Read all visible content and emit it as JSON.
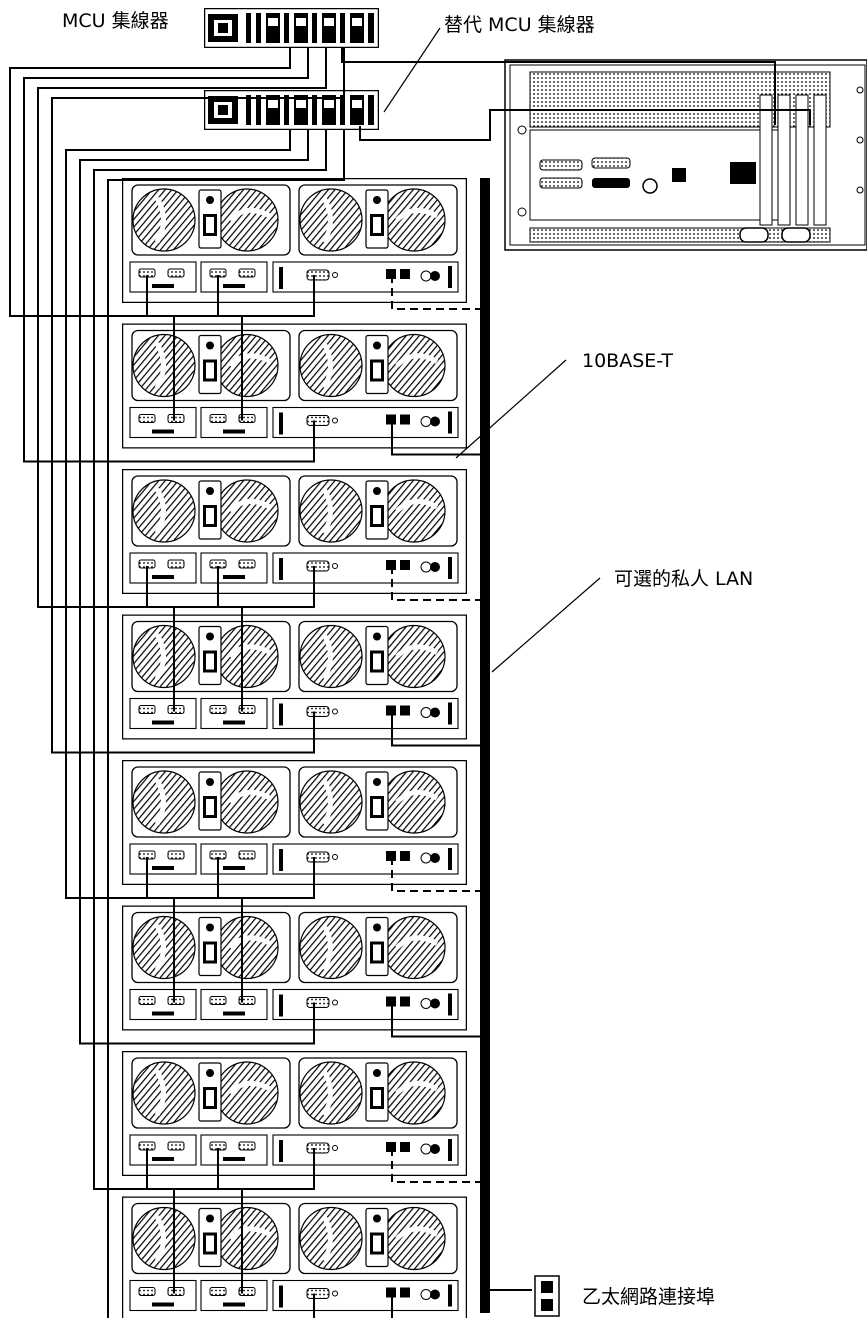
{
  "labels": {
    "mcu_hub": "MCU 集線器",
    "alt_mcu_hub": "替代 MCU 集線器",
    "tenbase": "10BASE-T",
    "private_lan": "可選的私人 LAN",
    "ethernet_port": "乙太網路連接埠"
  },
  "server_count": 8,
  "icons": {
    "mcu_hub": "mcu-hub-icon",
    "host_server": "host-server-icon",
    "server_unit": "server-chassis-icon",
    "network_jack": "ethernet-jack-icon"
  }
}
